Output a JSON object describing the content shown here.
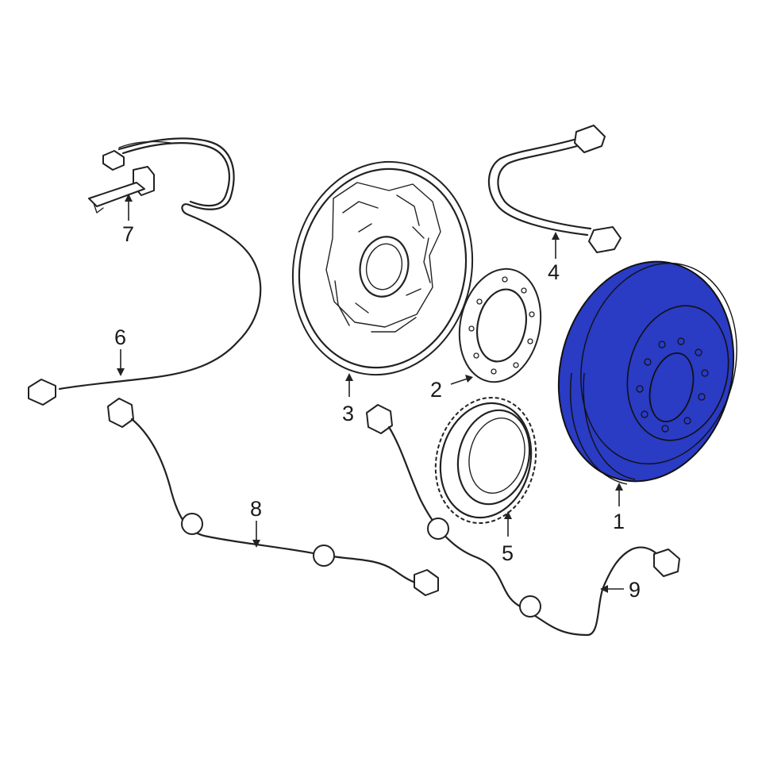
{
  "diagram": {
    "highlight_color": "#2a3bc4",
    "line_color": "#222222",
    "background": "#ffffff",
    "callouts": [
      {
        "id": "1",
        "text": "1",
        "part": "brake-drum",
        "highlighted": true
      },
      {
        "id": "2",
        "text": "2",
        "part": "gasket"
      },
      {
        "id": "3",
        "text": "3",
        "part": "backing-plate"
      },
      {
        "id": "4",
        "text": "4",
        "part": "brake-hose"
      },
      {
        "id": "5",
        "text": "5",
        "part": "abs-tone-ring"
      },
      {
        "id": "6",
        "text": "6",
        "part": "wire-harness-upper"
      },
      {
        "id": "7",
        "text": "7",
        "part": "sensor-clip"
      },
      {
        "id": "8",
        "text": "8",
        "part": "abs-sensor-left"
      },
      {
        "id": "9",
        "text": "9",
        "part": "abs-sensor-right"
      }
    ]
  }
}
